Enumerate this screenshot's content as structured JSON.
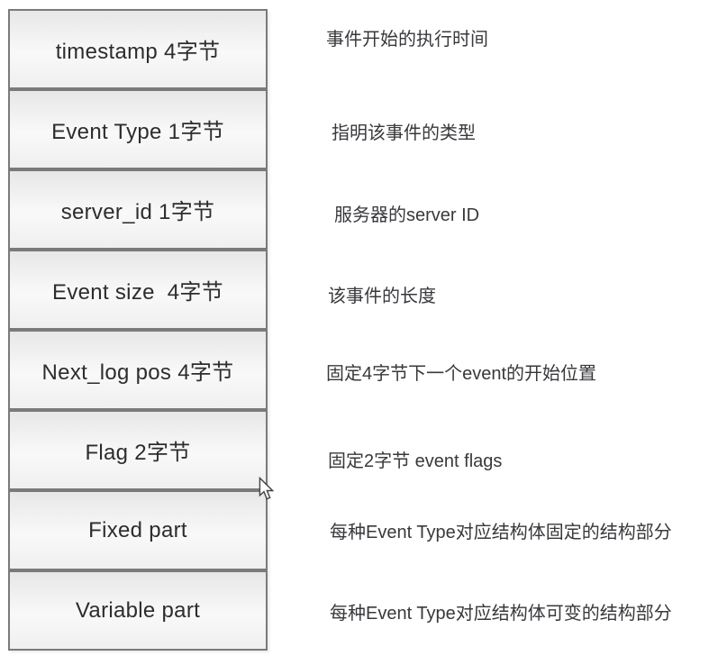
{
  "diagram": {
    "rows": [
      {
        "label": "timestamp 4字节",
        "description": "事件开始的执行时间"
      },
      {
        "label": "Event Type 1字节",
        "description": "指明该事件的类型"
      },
      {
        "label": "server_id 1字节",
        "description": "服务器的server ID"
      },
      {
        "label": "Event size  4字节",
        "description": "该事件的长度"
      },
      {
        "label": "Next_log pos 4字节",
        "description": "固定4字节下一个event的开始位置"
      },
      {
        "label": "Flag 2字节",
        "description": "固定2字节 event flags"
      },
      {
        "label": "Fixed part",
        "description": "每种Event Type对应结构体固定的结构部分"
      },
      {
        "label": "Variable part",
        "description": "每种Event Type对应结构体可变的结构部分"
      }
    ],
    "colors": {
      "background": "#ffffff",
      "box_border": "#7a7a7a",
      "box_fill_top": "#e7e7e7",
      "box_fill_mid": "#f9f9f9",
      "box_fill_bottom": "#efefef",
      "label_text": "#2d2d30",
      "description_text": "#39393d"
    },
    "icons": {
      "cursor": "arrow-cursor-icon"
    }
  }
}
